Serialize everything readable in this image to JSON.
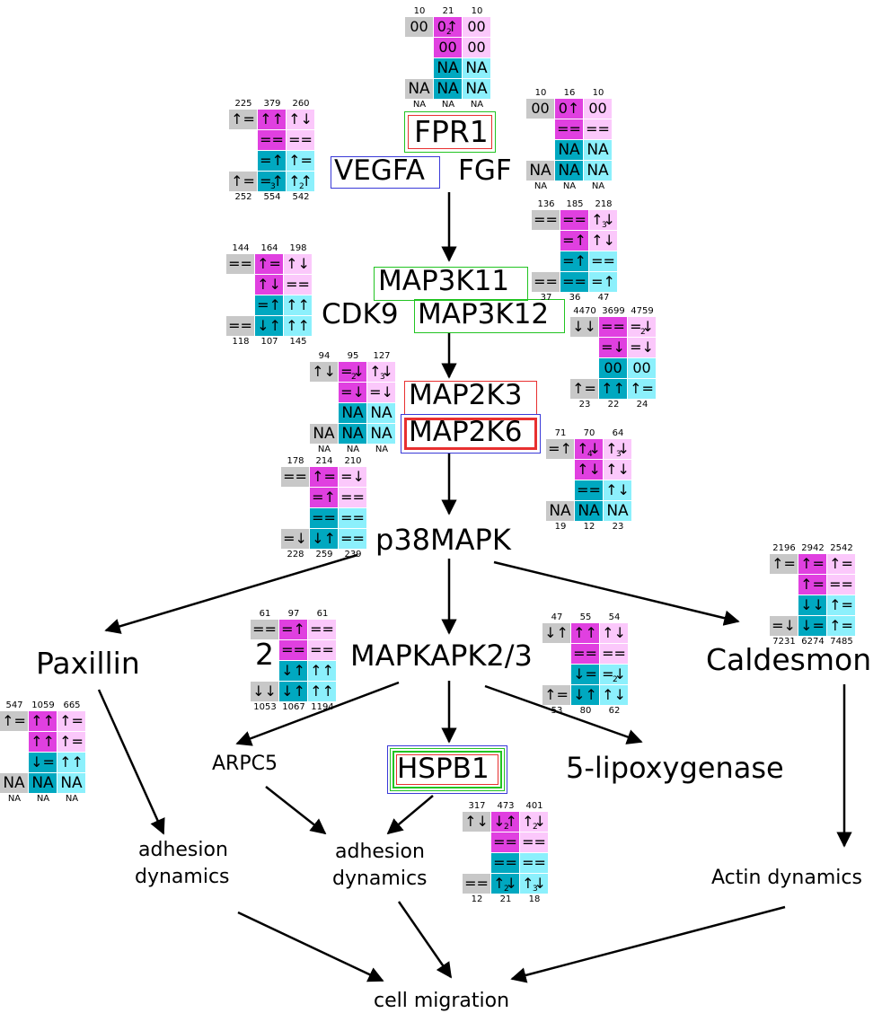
{
  "colors": {
    "gray": "#c8c8c8",
    "magenta": "#e040e0",
    "pink": "#fbc8fb",
    "teal": "#00a8c0",
    "cyan": "#8cf0fc",
    "box_red": "#e83030",
    "box_green": "#22c422",
    "box_blue": "#3a3ad8"
  },
  "nodes": [
    {
      "id": "fpr1",
      "text": "FPR1"
    },
    {
      "id": "vegfa",
      "text": "VEGFA"
    },
    {
      "id": "fgf",
      "text": "FGF"
    },
    {
      "id": "map3k11",
      "text": "MAP3K11"
    },
    {
      "id": "cdk9",
      "text": "CDK9"
    },
    {
      "id": "map3k12",
      "text": "MAP3K12"
    },
    {
      "id": "map2k3",
      "text": "MAP2K3"
    },
    {
      "id": "map2k6",
      "text": "MAP2K6"
    },
    {
      "id": "p38",
      "text": "p38MAPK"
    },
    {
      "id": "paxillin",
      "text": "Paxillin"
    },
    {
      "id": "two",
      "text": "2"
    },
    {
      "id": "mapkapk",
      "text": "MAPKAPK2/3"
    },
    {
      "id": "caldesmon",
      "text": "Caldesmon"
    },
    {
      "id": "arpc5",
      "text": "ARPC5"
    },
    {
      "id": "hspb1",
      "text": "HSPB1"
    },
    {
      "id": "lipox",
      "text": "5-lipoxygenase"
    },
    {
      "id": "adh1a",
      "text": "adhesion"
    },
    {
      "id": "adh1b",
      "text": "dynamics"
    },
    {
      "id": "adh2a",
      "text": "adhesion"
    },
    {
      "id": "adh2b",
      "text": "dynamics"
    },
    {
      "id": "actin",
      "text": "Actin dynamics"
    },
    {
      "id": "cellmig",
      "text": "cell migration"
    }
  ],
  "grids": [
    {
      "id": "fpr1",
      "top": [
        "10",
        "21",
        "10"
      ],
      "bottom": [
        "NA",
        "NA",
        "NA"
      ],
      "cells": [
        [
          "00",
          "0↑",
          "00"
        ],
        [
          "",
          "00",
          "00"
        ],
        [
          "",
          "NA",
          "NA"
        ],
        [
          "NA",
          "NA",
          "NA"
        ]
      ],
      "subs": [
        {
          "r": 0,
          "c": 1,
          "t": "2"
        }
      ]
    },
    {
      "id": "vegfa",
      "top": [
        "225",
        "379",
        "260"
      ],
      "bottom": [
        "252",
        "554",
        "542"
      ],
      "cells": [
        [
          "↑=",
          "↑↑",
          "↑↓"
        ],
        [
          "",
          "==",
          "=="
        ],
        [
          "",
          "=↑",
          "↑="
        ],
        [
          "↑=",
          "=↑",
          "↑↑"
        ]
      ],
      "subs": [
        {
          "r": 3,
          "c": 1,
          "t": "3"
        },
        {
          "r": 3,
          "c": 2,
          "t": "2"
        }
      ]
    },
    {
      "id": "fgf",
      "top": [
        "10",
        "16",
        "10"
      ],
      "bottom": [
        "NA",
        "NA",
        "NA"
      ],
      "cells": [
        [
          "00",
          "0↑",
          "00"
        ],
        [
          "",
          "==",
          "=="
        ],
        [
          "",
          "NA",
          "NA"
        ],
        [
          "NA",
          "NA",
          "NA"
        ]
      ],
      "subs": []
    },
    {
      "id": "map3k11",
      "top": [
        "136",
        "185",
        "218"
      ],
      "bottom": [
        "37",
        "36",
        "47"
      ],
      "cells": [
        [
          "==",
          "==",
          "↑↓"
        ],
        [
          "",
          "=↑",
          "↑↓"
        ],
        [
          "",
          "=↑",
          "=="
        ],
        [
          "==",
          "==",
          "=↑"
        ]
      ],
      "subs": [
        {
          "r": 0,
          "c": 2,
          "t": "3"
        }
      ]
    },
    {
      "id": "cdk9",
      "top": [
        "144",
        "164",
        "198"
      ],
      "bottom": [
        "118",
        "107",
        "145"
      ],
      "cells": [
        [
          "==",
          "↑=",
          "↑↓"
        ],
        [
          "",
          "↑↓",
          "=="
        ],
        [
          "",
          "=↑",
          "↑↑"
        ],
        [
          "==",
          "↓↑",
          "↑↑"
        ]
      ],
      "subs": []
    },
    {
      "id": "map3k12",
      "top": [
        "4470",
        "3699",
        "4759"
      ],
      "bottom": [
        "23",
        "22",
        "24"
      ],
      "cells": [
        [
          "↓↓",
          "==",
          "=↓"
        ],
        [
          "",
          "=↓",
          "=↓"
        ],
        [
          "",
          "00",
          "00"
        ],
        [
          "↑=",
          "↑↑",
          "↑="
        ]
      ],
      "subs": [
        {
          "r": 0,
          "c": 2,
          "t": "2"
        }
      ]
    },
    {
      "id": "map2k3",
      "top": [
        "94",
        "95",
        "127"
      ],
      "bottom": [
        "NA",
        "NA",
        "NA"
      ],
      "cells": [
        [
          "↑↓",
          "=↓",
          "↑↓"
        ],
        [
          "",
          "=↓",
          "=↓"
        ],
        [
          "",
          "NA",
          "NA"
        ],
        [
          "NA",
          "NA",
          "NA"
        ]
      ],
      "subs": [
        {
          "r": 0,
          "c": 1,
          "t": "2"
        },
        {
          "r": 0,
          "c": 2,
          "t": "3"
        }
      ]
    },
    {
      "id": "map2k6",
      "top": [
        "71",
        "70",
        "64"
      ],
      "bottom": [
        "19",
        "12",
        "23"
      ],
      "cells": [
        [
          "=↑",
          "↑↓",
          "↑↓"
        ],
        [
          "",
          "↑↓",
          "↑↓"
        ],
        [
          "",
          "==",
          "↑↓"
        ],
        [
          "NA",
          "NA",
          "NA"
        ]
      ],
      "subs": [
        {
          "r": 0,
          "c": 1,
          "t": "4"
        },
        {
          "r": 0,
          "c": 2,
          "t": "3"
        }
      ]
    },
    {
      "id": "p38",
      "top": [
        "178",
        "214",
        "210"
      ],
      "bottom": [
        "228",
        "259",
        "239"
      ],
      "cells": [
        [
          "==",
          "↑=",
          "=↓"
        ],
        [
          "",
          "=↑",
          "=="
        ],
        [
          "",
          "==",
          "=="
        ],
        [
          "=↓",
          "↓↑",
          "=="
        ]
      ],
      "subs": []
    },
    {
      "id": "caldesmon",
      "top": [
        "2196",
        "2942",
        "2542"
      ],
      "bottom": [
        "7231",
        "6274",
        "7485"
      ],
      "cells": [
        [
          "↑=",
          "↑=",
          "↑="
        ],
        [
          "",
          "↑=",
          "=="
        ],
        [
          "",
          "↓↓",
          "↑="
        ],
        [
          "=↓",
          "↓=",
          "↑="
        ]
      ],
      "subs": []
    },
    {
      "id": "mapkapk",
      "top": [
        "61",
        "97",
        "61"
      ],
      "bottom": [
        "1053",
        "1067",
        "1194"
      ],
      "cells": [
        [
          "==",
          "=↑",
          "=="
        ],
        [
          "",
          "==",
          "=="
        ],
        [
          "",
          "↓↑",
          "↑↑"
        ],
        [
          "↓↓",
          "↓↑",
          "↑↑"
        ]
      ],
      "subs": []
    },
    {
      "id": "lipox",
      "top": [
        "47",
        "55",
        "54"
      ],
      "bottom": [
        "53",
        "80",
        "62"
      ],
      "cells": [
        [
          "↓↑",
          "↑↑",
          "↑↓"
        ],
        [
          "",
          "==",
          "=="
        ],
        [
          "",
          "↓=",
          "=↓"
        ],
        [
          "↑=",
          "↓↑",
          "↑↓"
        ]
      ],
      "subs": [
        {
          "r": 2,
          "c": 2,
          "t": "2"
        }
      ]
    },
    {
      "id": "paxillin",
      "top": [
        "547",
        "1059",
        "665"
      ],
      "bottom": [
        "NA",
        "NA",
        "NA"
      ],
      "cells": [
        [
          "↑=",
          "↑↑",
          "↑="
        ],
        [
          "",
          "↑↑",
          "↑="
        ],
        [
          "",
          "↓=",
          "↑↑"
        ],
        [
          "NA",
          "NA",
          "NA"
        ]
      ],
      "subs": []
    },
    {
      "id": "hspb1",
      "top": [
        "317",
        "473",
        "401"
      ],
      "bottom": [
        "12",
        "21",
        "18"
      ],
      "cells": [
        [
          "↑↓",
          "↓↑",
          "↑↓"
        ],
        [
          "",
          "==",
          "=="
        ],
        [
          "",
          "==",
          "=="
        ],
        [
          "==",
          "↑↓",
          "↑↓"
        ]
      ],
      "subs": [
        {
          "r": 0,
          "c": 1,
          "t": "2"
        },
        {
          "r": 0,
          "c": 2,
          "t": "2"
        },
        {
          "r": 3,
          "c": 1,
          "t": "2"
        },
        {
          "r": 3,
          "c": 2,
          "t": "3"
        }
      ]
    }
  ]
}
